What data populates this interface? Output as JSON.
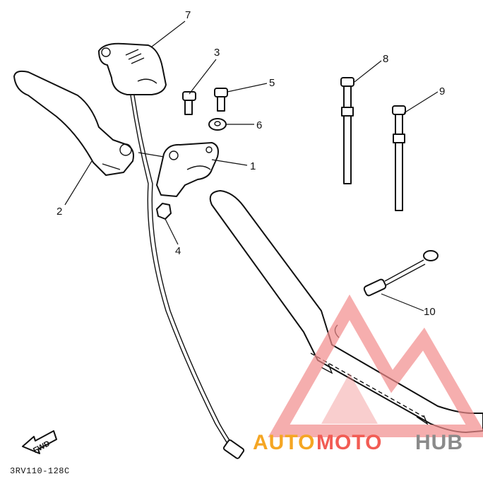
{
  "callouts": [
    {
      "id": "1",
      "label": "1"
    },
    {
      "id": "2",
      "label": "2"
    },
    {
      "id": "3",
      "label": "3"
    },
    {
      "id": "4",
      "label": "4"
    },
    {
      "id": "5",
      "label": "5"
    },
    {
      "id": "6",
      "label": "6"
    },
    {
      "id": "7",
      "label": "7"
    },
    {
      "id": "8",
      "label": "8"
    },
    {
      "id": "9",
      "label": "9"
    },
    {
      "id": "10",
      "label": "10"
    }
  ],
  "direction_marker": "FWD",
  "reference_code": "3RV110-128C",
  "watermark": {
    "brand_part1": "AUTO",
    "brand_part2": "MOTO",
    "brand_part3": "HUB",
    "colors": {
      "orange": "#f5a623",
      "red": "#f25c54",
      "gray": "#8a8a8a",
      "triangle": "#f28c8c"
    }
  }
}
